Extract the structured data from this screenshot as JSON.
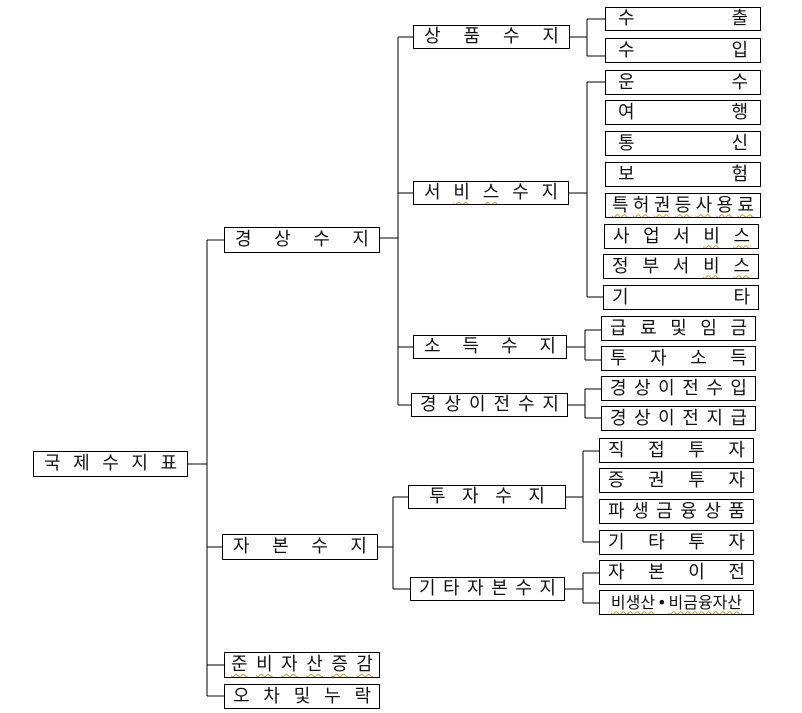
{
  "root": {
    "id": "root",
    "chars": [
      "국",
      "제",
      "수",
      "지",
      "표"
    ]
  },
  "level1": [
    {
      "id": "current",
      "chars": [
        "경",
        "상",
        "수",
        "지"
      ]
    },
    {
      "id": "capital",
      "chars": [
        "자",
        "본",
        "수",
        "지"
      ]
    },
    {
      "id": "reserve",
      "chars": [
        "준",
        "비",
        "자",
        "산",
        "증",
        "감"
      ]
    },
    {
      "id": "errors",
      "chars": [
        "오",
        "차",
        "및",
        "누",
        "락"
      ]
    }
  ],
  "level2": [
    {
      "id": "goods",
      "chars": [
        "상",
        "품",
        "수",
        "지"
      ]
    },
    {
      "id": "services",
      "chars": [
        "서",
        "비",
        "스",
        "수",
        "지"
      ]
    },
    {
      "id": "income",
      "chars": [
        "소",
        "득",
        "수",
        "지"
      ]
    },
    {
      "id": "transfers",
      "chars": [
        "경",
        "상",
        "이",
        "전",
        "수",
        "지"
      ]
    },
    {
      "id": "investment",
      "chars": [
        "투",
        "자",
        "수",
        "지"
      ]
    },
    {
      "id": "other-capital",
      "chars": [
        "기",
        "타",
        "자",
        "본",
        "수",
        "지"
      ]
    }
  ],
  "level3": [
    {
      "id": "exports",
      "chars": [
        "수",
        "출"
      ]
    },
    {
      "id": "imports",
      "chars": [
        "수",
        "입"
      ]
    },
    {
      "id": "transport",
      "chars": [
        "운",
        "수"
      ]
    },
    {
      "id": "travel",
      "chars": [
        "여",
        "행"
      ]
    },
    {
      "id": "communications",
      "chars": [
        "통",
        "신"
      ]
    },
    {
      "id": "insurance",
      "chars": [
        "보",
        "험"
      ]
    },
    {
      "id": "royalties",
      "chars": [
        "특",
        "허",
        "권",
        "등",
        "사",
        "용",
        "료"
      ]
    },
    {
      "id": "business-services",
      "chars": [
        "사",
        "업",
        "서",
        "비",
        "스"
      ]
    },
    {
      "id": "government-services",
      "chars": [
        "정",
        "부",
        "서",
        "비",
        "스"
      ]
    },
    {
      "id": "other-services",
      "chars": [
        "기",
        "타"
      ]
    },
    {
      "id": "wages",
      "chars": [
        "급",
        "료",
        "및",
        "임",
        "금"
      ]
    },
    {
      "id": "investment-income",
      "chars": [
        "투",
        "자",
        "소",
        "득"
      ]
    },
    {
      "id": "transfer-receipts",
      "chars": [
        "경",
        "상",
        "이",
        "전",
        "수",
        "입"
      ]
    },
    {
      "id": "transfer-payments",
      "chars": [
        "경",
        "상",
        "이",
        "전",
        "지",
        "급"
      ]
    },
    {
      "id": "direct-investment",
      "chars": [
        "직",
        "접",
        "투",
        "자"
      ]
    },
    {
      "id": "portfolio-investment",
      "chars": [
        "증",
        "권",
        "투",
        "자"
      ]
    },
    {
      "id": "derivatives",
      "chars": [
        "파",
        "생",
        "금",
        "융",
        "상",
        "품"
      ]
    },
    {
      "id": "other-investment",
      "chars": [
        "기",
        "타",
        "투",
        "자"
      ]
    },
    {
      "id": "capital-transfers",
      "chars": [
        "자",
        "본",
        "이",
        "전"
      ]
    },
    {
      "id": "nonproduced-assets",
      "chars": [
        "비생산",
        "•",
        "비금융자산"
      ]
    }
  ]
}
